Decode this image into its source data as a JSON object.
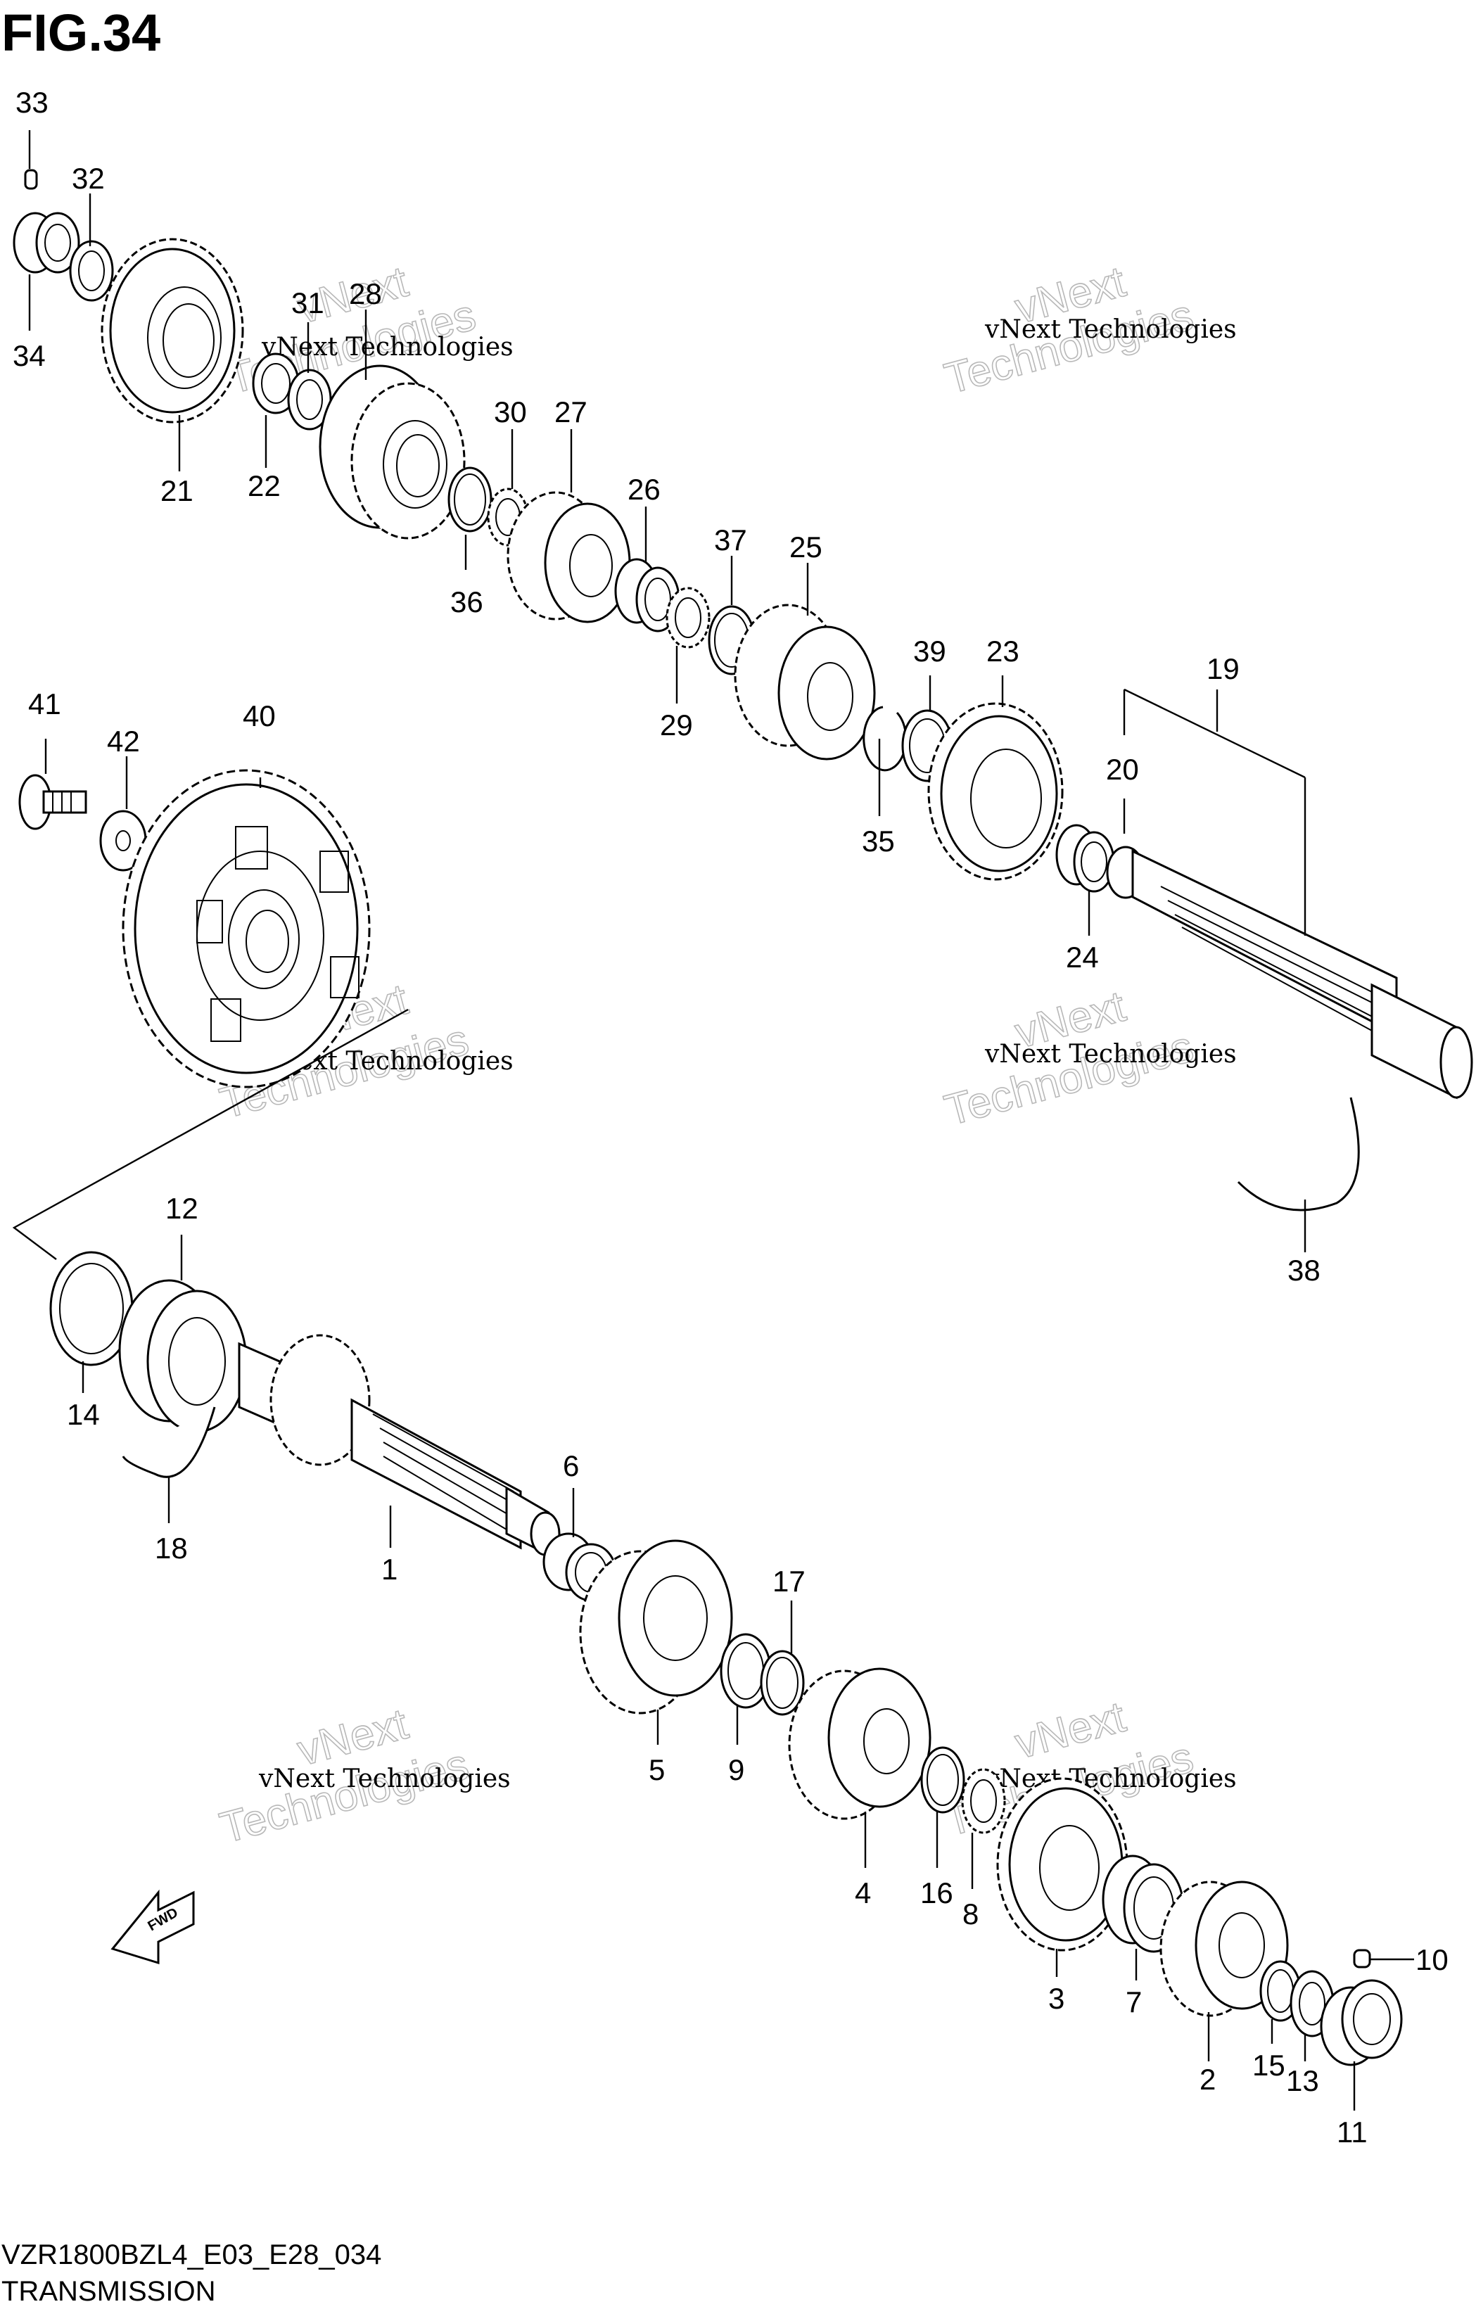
{
  "figure": {
    "title": "FIG.34",
    "model_code": "VZR1800BZL4_E03_E28_034",
    "section_name": "TRANSMISSION",
    "fwd_label": "FWD"
  },
  "watermark": {
    "line1": "vNext Technologies",
    "line2": "vNext",
    "line3": "Technologies"
  },
  "callouts": {
    "c1": "1",
    "c2": "2",
    "c3": "3",
    "c4": "4",
    "c5": "5",
    "c6": "6",
    "c7": "7",
    "c8": "8",
    "c9": "9",
    "c10": "10",
    "c11": "11",
    "c12": "12",
    "c13": "13",
    "c14": "14",
    "c15": "15",
    "c16": "16",
    "c17": "17",
    "c18": "18",
    "c19": "19",
    "c20": "20",
    "c21": "21",
    "c22": "22",
    "c23": "23",
    "c24": "24",
    "c25": "25",
    "c26": "26",
    "c27": "27",
    "c28": "28",
    "c29": "29",
    "c30": "30",
    "c31": "31",
    "c32": "32",
    "c33": "33",
    "c34": "34",
    "c35": "35",
    "c36": "36",
    "c37": "37",
    "c38": "38",
    "c39": "39",
    "c40": "40",
    "c41": "41",
    "c42": "42"
  }
}
